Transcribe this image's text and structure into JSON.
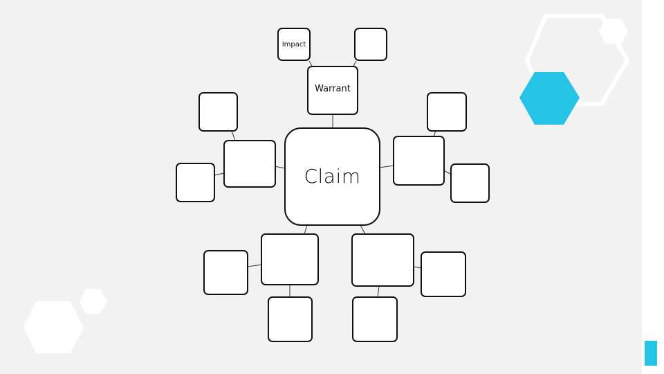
{
  "nodes": {
    "claim": "Claim",
    "warrant": "Warrant",
    "impact": "Impact"
  },
  "colors": {
    "background": "#f2f2f2",
    "accent": "#25c3e6",
    "node_fill": "#ffffff",
    "node_border": "#111111"
  }
}
